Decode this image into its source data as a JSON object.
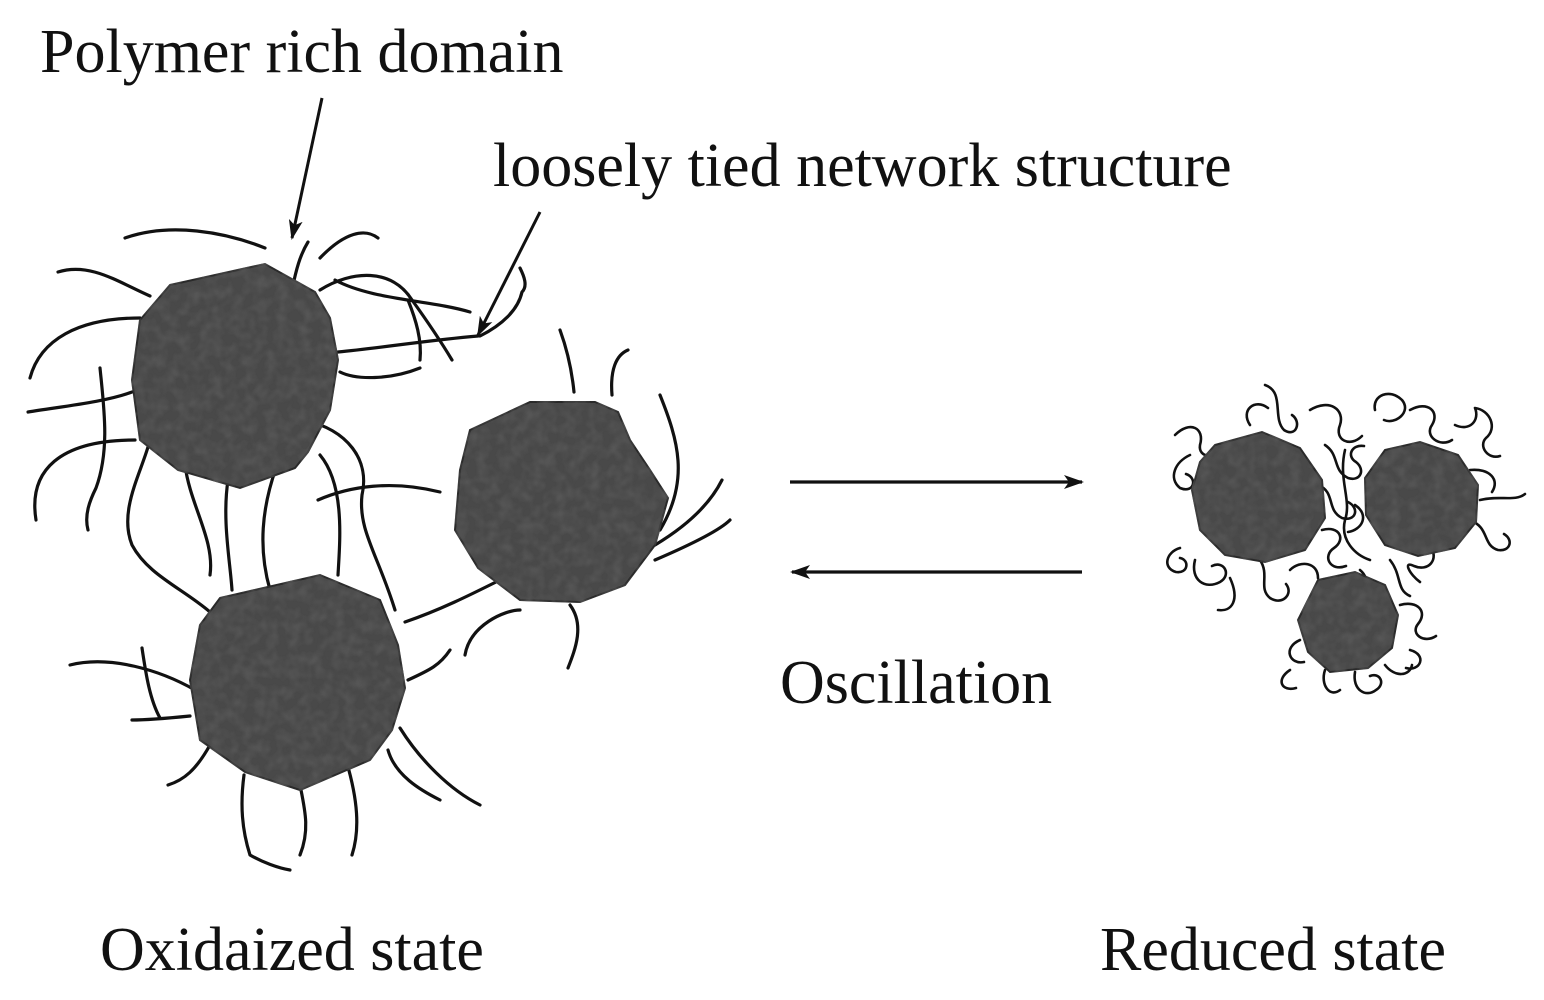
{
  "labels": {
    "polymer_rich_domain": "Polymer rich domain",
    "loosely_tied_network": "loosely tied network structure",
    "oscillation": "Oscillation",
    "oxidized_state": "Oxidaized state",
    "reduced_state": "Reduced state"
  },
  "colors": {
    "domain_fill": "#4a4a4a",
    "domain_texture_dark": "#1f1f1f",
    "domain_texture_light": "#8a8a8a",
    "line": "#111111",
    "background": "#ffffff"
  }
}
